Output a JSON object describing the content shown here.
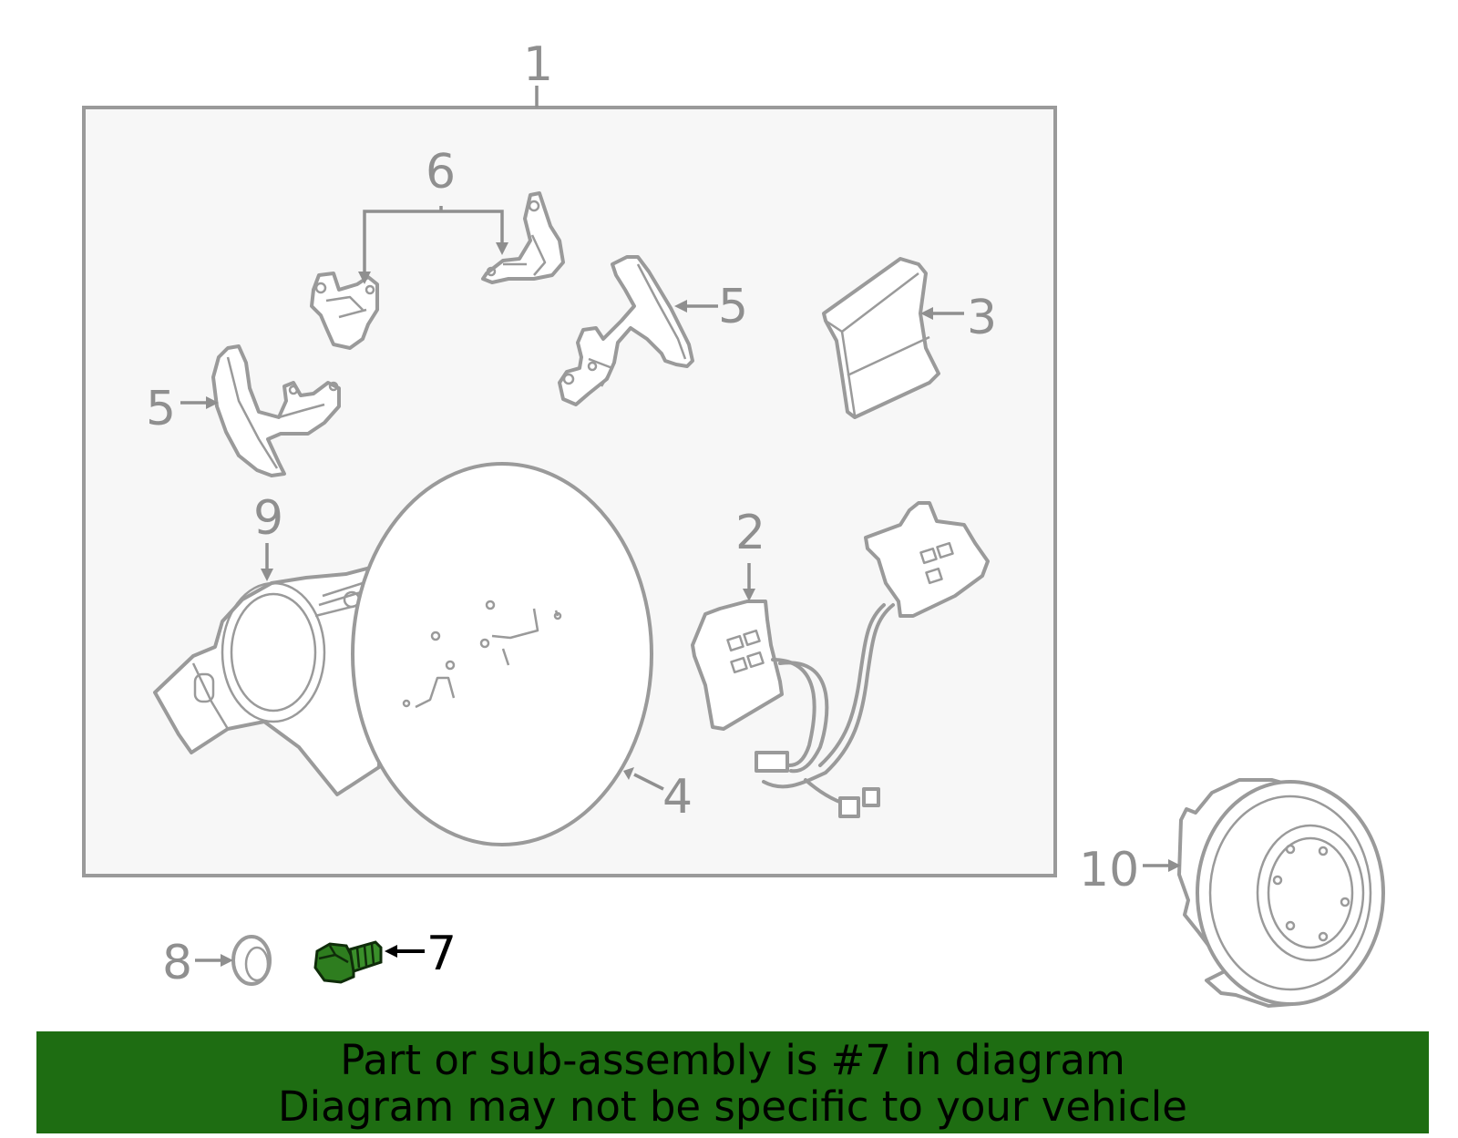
{
  "callouts": {
    "c1": "1",
    "c2": "2",
    "c3": "3",
    "c4": "4",
    "c5a": "5",
    "c5b": "5",
    "c6": "6",
    "c7": "7",
    "c8": "8",
    "c9": "9",
    "c10": "10"
  },
  "highlight": {
    "part_number": "7",
    "color": "#1e6d12"
  },
  "banner": {
    "line1": "Part or sub-assembly is #7 in diagram",
    "line2": "Diagram may not be specific to your vehicle",
    "color": "#1e6d12"
  },
  "colors": {
    "outline": "#9a9a9a",
    "box_fill": "#f7f7f7"
  }
}
